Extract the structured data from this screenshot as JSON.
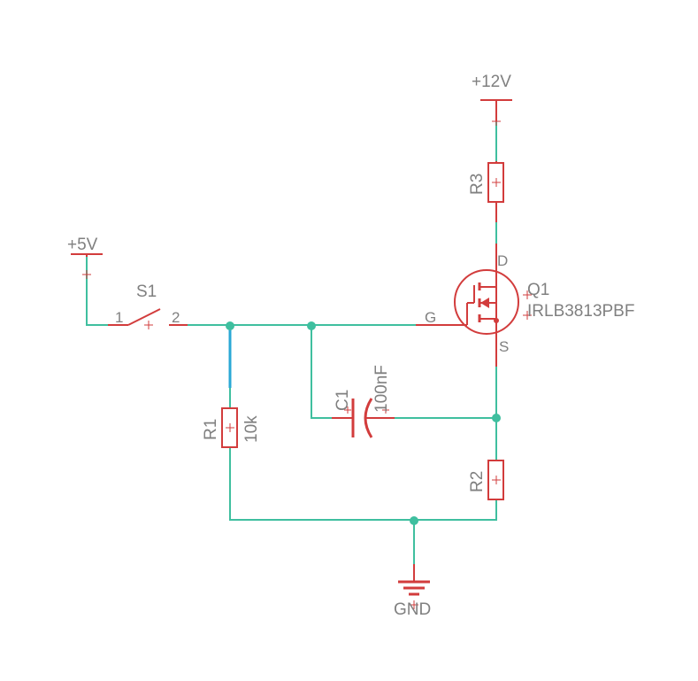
{
  "labels": {
    "supply_12v": "+12V",
    "supply_5v": "+5V",
    "gnd": "GND",
    "switch_name": "S1",
    "switch_pin1": "1",
    "switch_pin2": "2",
    "r1_name": "R1",
    "r1_value": "10k",
    "r2_name": "R2",
    "r3_name": "R3",
    "c1_name": "C1",
    "c1_value": "100nF",
    "q1_name": "Q1",
    "q1_value": "IRLB3813PBF",
    "pin_d": "D",
    "pin_g": "G",
    "pin_s": "S"
  },
  "colors": {
    "wire": "#3fbf9f",
    "selected_wire": "#2aa8d6",
    "symbol": "#d23c3c",
    "text": "#808080"
  }
}
